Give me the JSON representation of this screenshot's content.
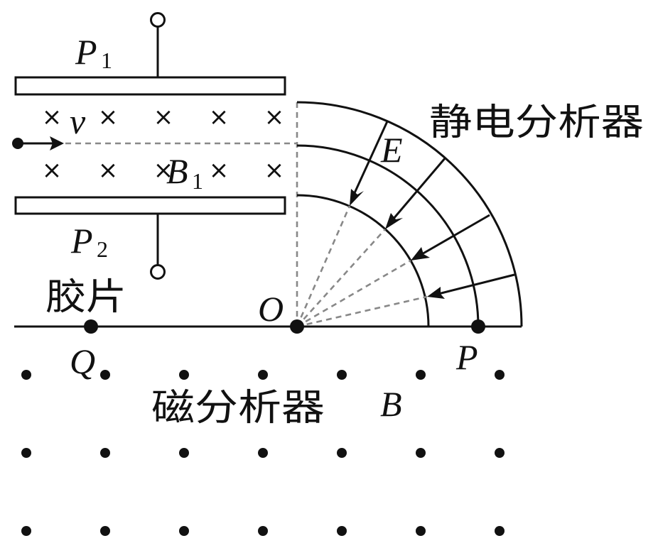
{
  "labels": {
    "plate_top": "P",
    "plate_top_sub": "1",
    "plate_bottom": "P",
    "plate_bottom_sub": "2",
    "velocity": "v",
    "field_B1": "B",
    "field_B1_sub": "1",
    "field_E": "E",
    "electrostatic_analyzer": "静电分析器",
    "film": "胶片",
    "origin": "O",
    "point_Q": "Q",
    "point_P": "P",
    "magnetic_analyzer": "磁分析器",
    "field_B": "B"
  },
  "symbols": {
    "into_page": "×",
    "out_of_page": "•"
  },
  "colors": {
    "ink": "#111111",
    "dashed": "#888888",
    "background": "#ffffff"
  }
}
